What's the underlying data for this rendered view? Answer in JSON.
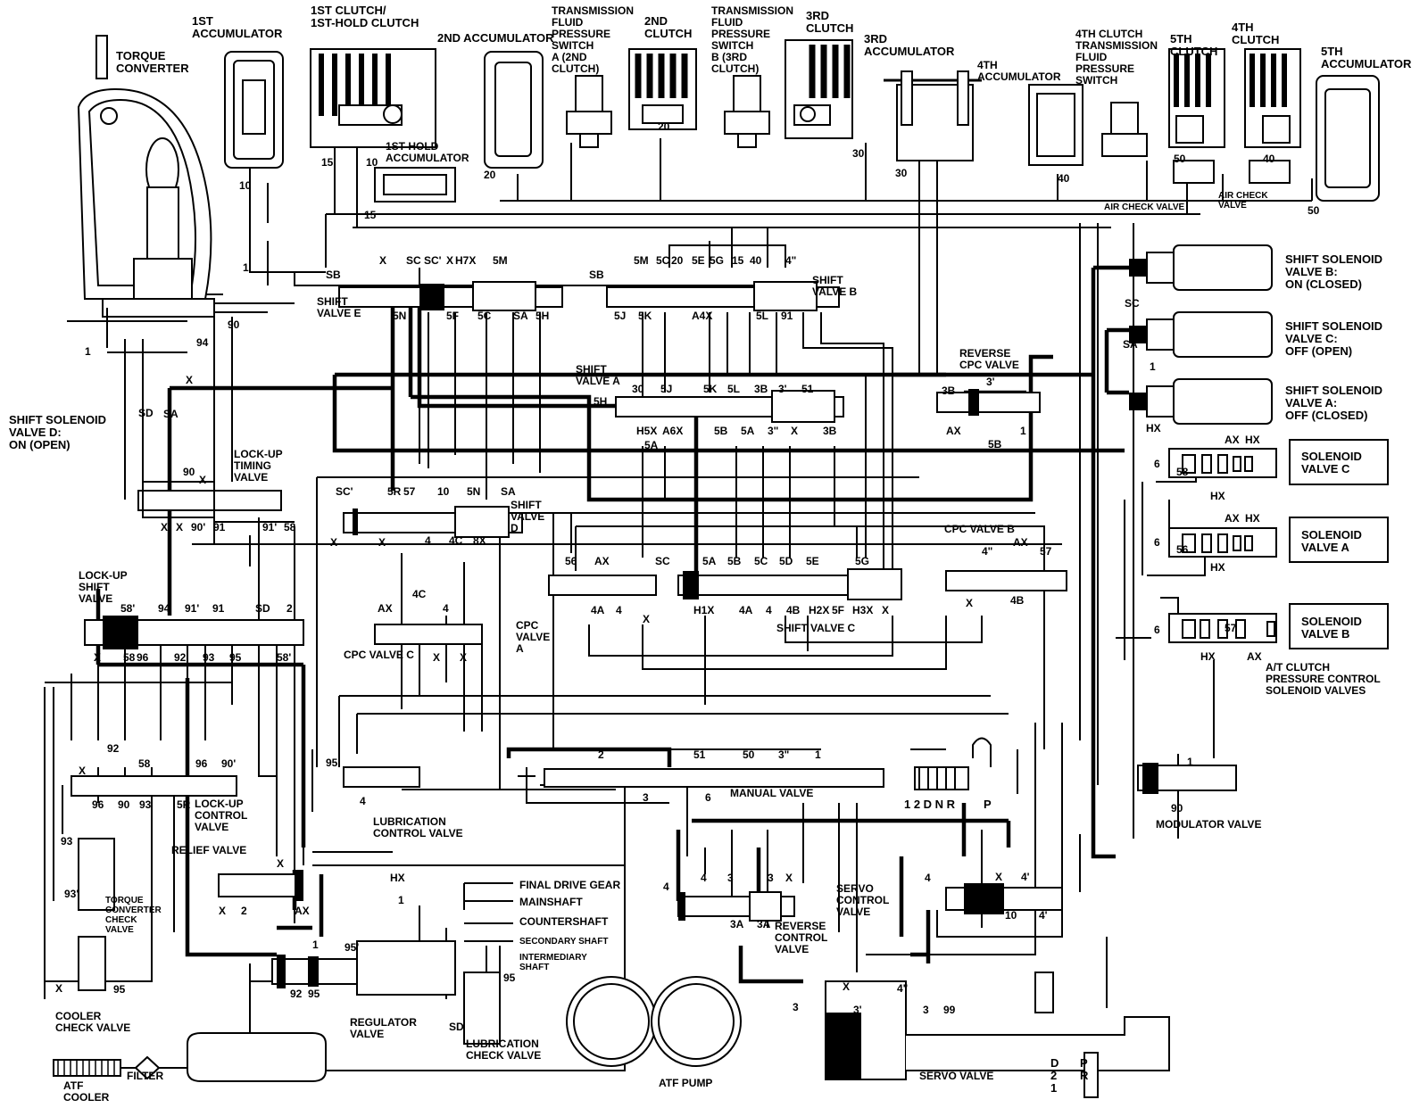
{
  "components": {
    "torque_converter": "TORQUE\nCONVERTER",
    "first_accumulator": "1ST\nACCUMULATOR",
    "first_clutch": "1ST CLUTCH/\n1ST-HOLD CLUTCH",
    "second_accumulator": "2ND ACCUMULATOR",
    "tfp_switch_a": "TRANSMISSION\nFLUID\nPRESSURE\nSWITCH\nA (2ND\nCLUTCH)",
    "second_clutch": "2ND\nCLUTCH",
    "tfp_switch_b": "TRANSMISSION\nFLUID\nPRESSURE\nSWITCH\nB (3RD\nCLUTCH)",
    "third_clutch": "3RD\nCLUTCH",
    "third_accumulator": "3RD\nACCUMULATOR",
    "fourth_accumulator": "4TH\nACCUMULATOR",
    "fourth_clutch_tfp_switch": "4TH CLUTCH\nTRANSMISSION\nFLUID\nPRESSURE\nSWITCH",
    "fifth_clutch": "5TH\nCLUTCH",
    "fourth_clutch": "4TH\nCLUTCH",
    "fifth_accumulator": "5TH\nACCUMULATOR",
    "first_hold_accumulator": "1ST-HOLD\nACCUMULATOR",
    "air_check_valve": "AIR CHECK VALVE",
    "air_check_valve_2": "AIR CHECK\nVALVE",
    "shift_valve_e": "SHIFT\nVALVE E",
    "shift_valve_b": "SHIFT\nVALVE B",
    "shift_valve_a": "SHIFT\nVALVE A",
    "shift_valve_c": "SHIFT VALVE C",
    "shift_valve_d": "SHIFT\nVALVE\nD",
    "shift_solenoid_b": "SHIFT SOLENOID\nVALVE B:\nON (CLOSED)",
    "shift_solenoid_c": "SHIFT SOLENOID\nVALVE C:\nOFF (OPEN)",
    "shift_solenoid_a": "SHIFT SOLENOID\nVALVE A:\nOFF (CLOSED)",
    "shift_solenoid_d": "SHIFT SOLENOID\nVALVE D:\nON (OPEN)",
    "reverse_cpc_valve": "REVERSE\nCPC VALVE",
    "solenoid_valve_c": "SOLENOID\nVALVE C",
    "solenoid_valve_a": "SOLENOID\nVALVE A",
    "solenoid_valve_b": "SOLENOID\nVALVE B",
    "at_clutch_pcsv": "A/T CLUTCH\nPRESSURE CONTROL\nSOLENOID VALVES",
    "lockup_timing_valve": "LOCK-UP\nTIMING\nVALVE",
    "lockup_shift_valve": "LOCK-UP\nSHIFT\nVALVE",
    "cpc_valve_c": "CPC VALVE C",
    "cpc_valve_a": "CPC\nVALVE\nA",
    "cpc_valve_b": "CPC VALVE B",
    "lockup_control_valve": "LOCK-UP\nCONTROL\nVALVE",
    "lubrication_control_valve": "LUBRICATION\nCONTROL VALVE",
    "manual_valve": "MANUAL VALVE",
    "manual_positions": "1 2 D N R",
    "park": "P",
    "modulator_valve": "MODULATOR VALVE",
    "relief_valve": "RELIEF VALVE",
    "tc_check_valve": "TORQUE\nCONVERTER\nCHECK\nVALVE",
    "final_drive_gear": "FINAL DRIVE GEAR",
    "mainshaft": "MAINSHAFT",
    "countershaft": "COUNTERSHAFT",
    "secondary_shaft": "SECONDARY SHAFT",
    "intermediary_shaft": "INTERMEDIARY\nSHAFT",
    "servo_control_valve": "SERVO\nCONTROL\nVALVE",
    "reverse_control_valve": "REVERSE\nCONTROL\nVALVE",
    "cooler_check_valve": "COOLER\nCHECK VALVE",
    "atf_cooler": "ATF\nCOOLER",
    "filter": "FILTER",
    "regulator_valve": "REGULATOR\nVALVE",
    "lubrication_check_valve": "LUBRICATION\nCHECK VALVE",
    "atf_pump": "ATF PUMP",
    "servo_valve": "SERVO VALVE",
    "servo_positions": "D\n2\n1",
    "servo_pr": "P\nR"
  },
  "ports": [
    "10",
    "1",
    "15",
    "10",
    "15",
    "20",
    "20",
    "30",
    "30",
    "40",
    "50",
    "40",
    "50",
    "SB",
    "SB",
    "X",
    "SC",
    "SC'",
    "X",
    "H7X",
    "5M",
    "5M",
    "5C",
    "20",
    "5E",
    "5G",
    "15",
    "40",
    "4\"",
    "5N",
    "5F",
    "5C",
    "SA",
    "5H",
    "5J",
    "5K",
    "A4X",
    "5L",
    "91",
    "90",
    "94",
    "1",
    "X",
    "SD",
    "SA",
    "5H",
    "30",
    "5J",
    "5K",
    "5L",
    "3B",
    "3'",
    "51",
    "H5X",
    "A6X",
    "5A",
    "5B",
    "5A",
    "3\"",
    "X",
    "3B",
    "3B",
    "3'",
    "AX",
    "5B",
    "1",
    "SC",
    "1",
    "SA",
    "HX",
    "AX",
    "HX",
    "6",
    "58",
    "HX",
    "AX",
    "HX",
    "6",
    "56",
    "HX",
    "6",
    "57",
    "HX",
    "AX",
    "90",
    "X",
    "X",
    "90'",
    "91",
    "91'",
    "58",
    "X",
    "SC'",
    "5R",
    "57",
    "10",
    "5N",
    "SA",
    "X",
    "X",
    "4",
    "4C",
    "8X",
    "56",
    "AX",
    "SC",
    "5A",
    "5B",
    "5C",
    "5D",
    "5E",
    "5G",
    "4A",
    "4",
    "X",
    "H1X",
    "4A",
    "4",
    "4B",
    "H2X",
    "5F",
    "H3X",
    "X",
    "4\"",
    "AX",
    "57",
    "X",
    "4B",
    "58'",
    "94",
    "91'",
    "91",
    "SD",
    "2",
    "X",
    "58",
    "96",
    "92",
    "93",
    "95",
    "58'",
    "AX",
    "4C",
    "4",
    "X",
    "X",
    "92",
    "58",
    "96",
    "90'",
    "X",
    "96",
    "90",
    "93",
    "5R",
    "95",
    "4",
    "2",
    "51",
    "50",
    "3\"",
    "1",
    "3",
    "6",
    "1",
    "90",
    "93",
    "93'",
    "X",
    "95",
    "X",
    "X",
    "2",
    "AX",
    "HX",
    "1",
    "1",
    "92",
    "95",
    "95'",
    "95",
    "SD",
    "4",
    "4",
    "3",
    "3",
    "X",
    "3A",
    "3A",
    "3",
    "4",
    "X",
    "4'",
    "10",
    "4'",
    "X",
    "4\"",
    "3'",
    "3",
    "99"
  ]
}
